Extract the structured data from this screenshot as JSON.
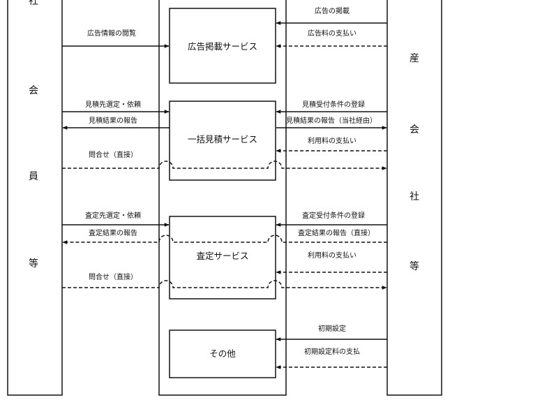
{
  "left_column": {
    "chars": [
      "社",
      "会",
      "員",
      "等"
    ]
  },
  "right_column": {
    "chars": [
      "産",
      "会",
      "社",
      "等"
    ]
  },
  "services": [
    {
      "id": "ad",
      "label": "広告掲載サービス"
    },
    {
      "id": "bulk",
      "label": "一括見積サービス"
    },
    {
      "id": "appraisal",
      "label": "査定サービス"
    },
    {
      "id": "other",
      "label": "その他"
    }
  ],
  "flows": {
    "ad_browse": "広告情報の閲覧",
    "ad_post": "広告の掲載",
    "ad_fee": "広告料の支払い",
    "est_select": "見積先選定・依頼",
    "est_result": "見積結果の報告",
    "est_inquiry": "問合せ（直接）",
    "est_register": "見積受付条件の登録",
    "est_report": "見積結果の報告（当社経由）",
    "est_fee": "利用料の支払い",
    "apr_select": "査定先選定・依頼",
    "apr_result": "査定結果の報告",
    "apr_inquiry": "問合せ（直接）",
    "apr_register": "査定受付条件の登録",
    "apr_report": "査定結果の報告（直接）",
    "apr_fee": "利用料の支払い",
    "oth_setup": "初期設定",
    "oth_fee": "初期設定料の支払"
  }
}
